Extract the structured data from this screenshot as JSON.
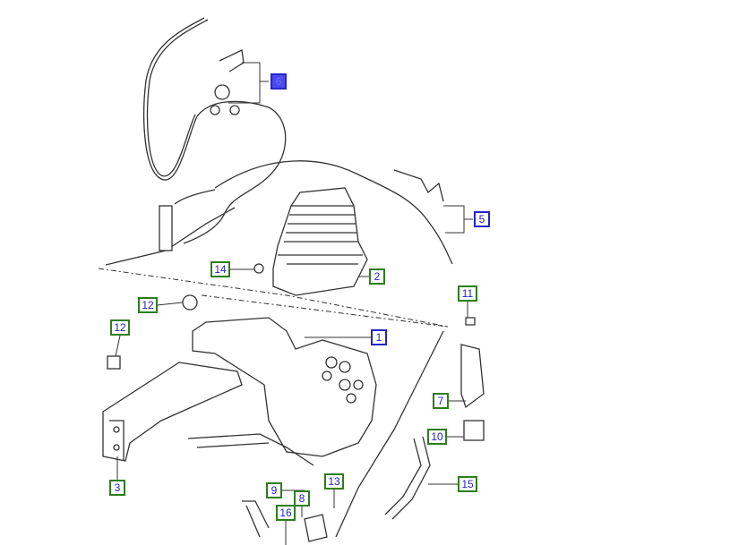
{
  "callouts": [
    {
      "id": "c6",
      "label": "6",
      "style": "selected"
    },
    {
      "id": "c5",
      "label": "5",
      "style": "blue"
    },
    {
      "id": "c14",
      "label": "14",
      "style": "green"
    },
    {
      "id": "c2",
      "label": "2",
      "style": "green"
    },
    {
      "id": "c12a",
      "label": "12",
      "style": "green"
    },
    {
      "id": "c1",
      "label": "1",
      "style": "blue"
    },
    {
      "id": "c11",
      "label": "11",
      "style": "green"
    },
    {
      "id": "c12b",
      "label": "12",
      "style": "green"
    },
    {
      "id": "c7",
      "label": "7",
      "style": "green"
    },
    {
      "id": "c10",
      "label": "10",
      "style": "green"
    },
    {
      "id": "c3",
      "label": "3",
      "style": "green"
    },
    {
      "id": "c9",
      "label": "9",
      "style": "green"
    },
    {
      "id": "c8",
      "label": "8",
      "style": "green"
    },
    {
      "id": "c13",
      "label": "13",
      "style": "green"
    },
    {
      "id": "c15",
      "label": "15",
      "style": "green"
    },
    {
      "id": "c16",
      "label": "16",
      "style": "green"
    }
  ],
  "colors": {
    "green": "#2e7d1e",
    "blue": "#2424c8",
    "selected": "#4a4af0"
  }
}
